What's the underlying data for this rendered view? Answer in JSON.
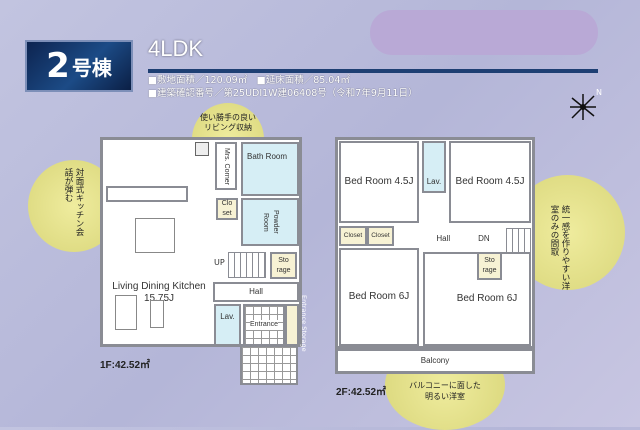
{
  "header": {
    "building_number": "2",
    "building_suffix": "号棟",
    "layout_type": "4LDK",
    "info_line1": "■敷地面積／120.09㎡　■延床面積／85.04㎡",
    "info_line2": "■建築確認番号／第25UDI1W建06408号（令和7年9月11日）"
  },
  "compass": {
    "label": "N"
  },
  "callouts": {
    "kitchen": "対面式キッチン会話が弾む",
    "storage_line1": "使い勝手の良い",
    "storage_line2": "リビング収納",
    "unified_line1": "統一感を作りやすい",
    "unified_line2": "洋室のみの間取",
    "balcony_line1": "バルコニーに面した",
    "balcony_line2": "明るい洋室"
  },
  "floor1": {
    "area_label": "1F:42.52㎡",
    "rooms": {
      "ldk": "Living Dining Kitchen 15.75J",
      "mrs_corner": "Mrs. Corner",
      "bath": "Bath Room",
      "closet": "Clo set",
      "powder": "Powder Room",
      "stairs": "UP",
      "storage": "Sto rage",
      "hall": "Hall",
      "lav": "Lav.",
      "entrance": "Entrance",
      "entrance_storage": "Entrance Storage"
    }
  },
  "floor2": {
    "area_label": "2F:42.52㎡",
    "rooms": {
      "bed_nw": "Bed Room 4.5J",
      "lav": "Lav.",
      "bed_ne": "Bed Room 4.5J",
      "closet1": "Closet",
      "closet2": "Closet",
      "hall": "Hall",
      "stairs": "DN",
      "storage": "Sto rage",
      "bed_sw": "Bed Room 6J",
      "bed_se": "Bed Room 6J",
      "balcony": "Balcony"
    }
  },
  "colors": {
    "badge": "#0d2450",
    "bubble": "#e6e38f",
    "wet_area": "#d6eef5",
    "redaction": "#b9a9d6"
  }
}
